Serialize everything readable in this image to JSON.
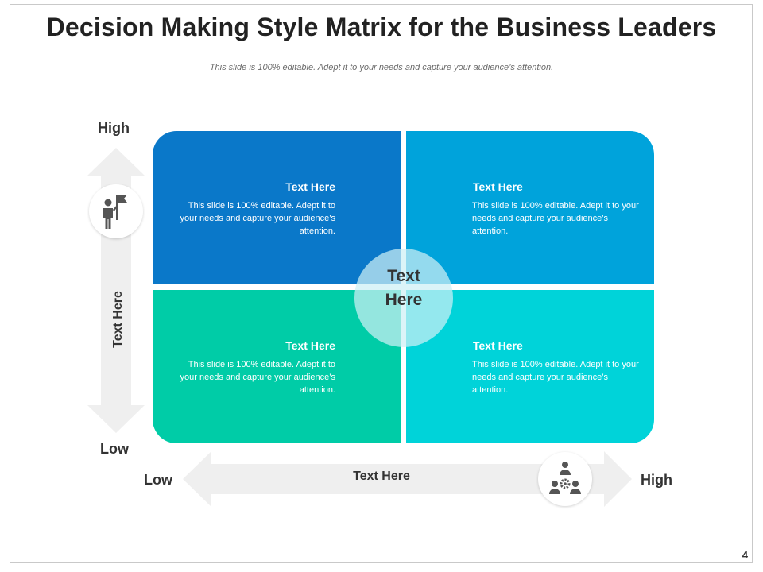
{
  "title": "Decision Making Style Matrix for the Business Leaders",
  "subtitle": "This slide is 100% editable. Adept it to your needs and capture your audience’s attention.",
  "page_number": "4",
  "y_axis": {
    "high": "High",
    "low": "Low",
    "label": "Text Here",
    "icon": "person-with-flag-icon"
  },
  "x_axis": {
    "low": "Low",
    "high": "High",
    "label": "Text Here",
    "icon": "team-gear-icon"
  },
  "center": {
    "line1": "Text",
    "line2": "Here"
  },
  "quadrants": [
    {
      "position": "top-left",
      "heading": "Text Here",
      "body": "This slide is 100% editable. Adept it to your needs and capture your audience’s attention.",
      "color": "#0a78c9"
    },
    {
      "position": "top-right",
      "heading": "Text Here",
      "body": "This slide is 100% editable. Adept it to your needs and capture your audience’s attention.",
      "color": "#00a3db"
    },
    {
      "position": "bottom-left",
      "heading": "Text Here",
      "body": "This slide is 100% editable. Adept it to your needs and capture your audience’s attention.",
      "color": "#00cca7"
    },
    {
      "position": "bottom-right",
      "heading": "Text Here",
      "body": "This slide is 100% editable. Adept it to your needs and capture your audience’s attention.",
      "color": "#00d3d9"
    }
  ],
  "colors": {
    "arrow": "#efefef",
    "icon": "#555555",
    "text": "#333333"
  }
}
